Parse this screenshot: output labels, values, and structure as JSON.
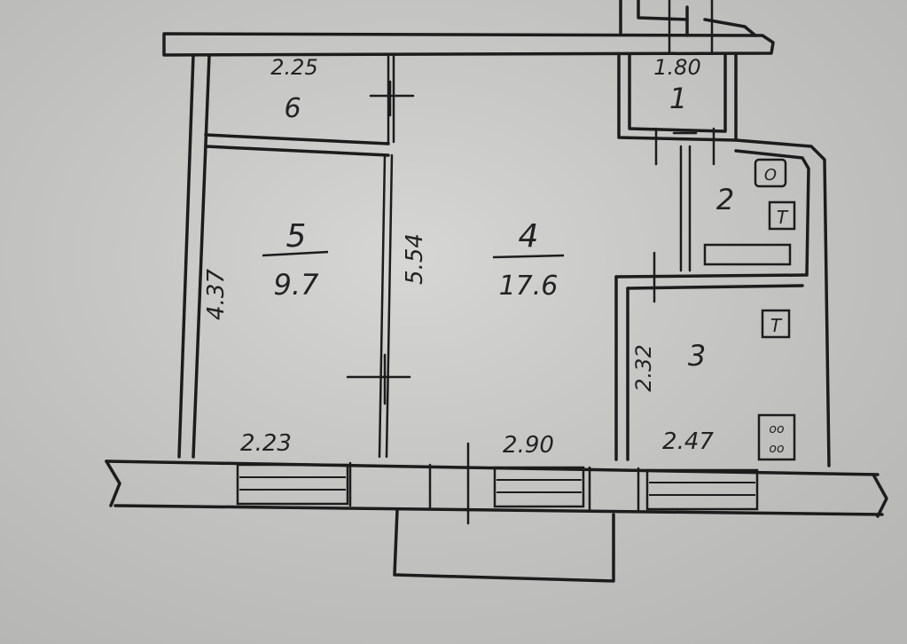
{
  "paper_color": "#cfcfcd",
  "ink_color": "#1c1c1c",
  "rooms": [
    {
      "number": "1",
      "area": ""
    },
    {
      "number": "2",
      "area": ""
    },
    {
      "number": "3",
      "area": ""
    },
    {
      "number": "4",
      "area": "17.6"
    },
    {
      "number": "5",
      "area": "9.7"
    },
    {
      "number": "6",
      "area": ""
    }
  ],
  "dimensions": {
    "room6_width": "2.25",
    "room1_width": "1.80",
    "room5_height": "4.37",
    "room4_height": "5.54",
    "room3_height": "2.32",
    "room5_width": "2.23",
    "room4_width": "2.90",
    "room3_width": "2.47"
  },
  "fixtures": {
    "toilet_symbol": "O",
    "sink_symbol": "T",
    "stove_symbol": "oo"
  }
}
